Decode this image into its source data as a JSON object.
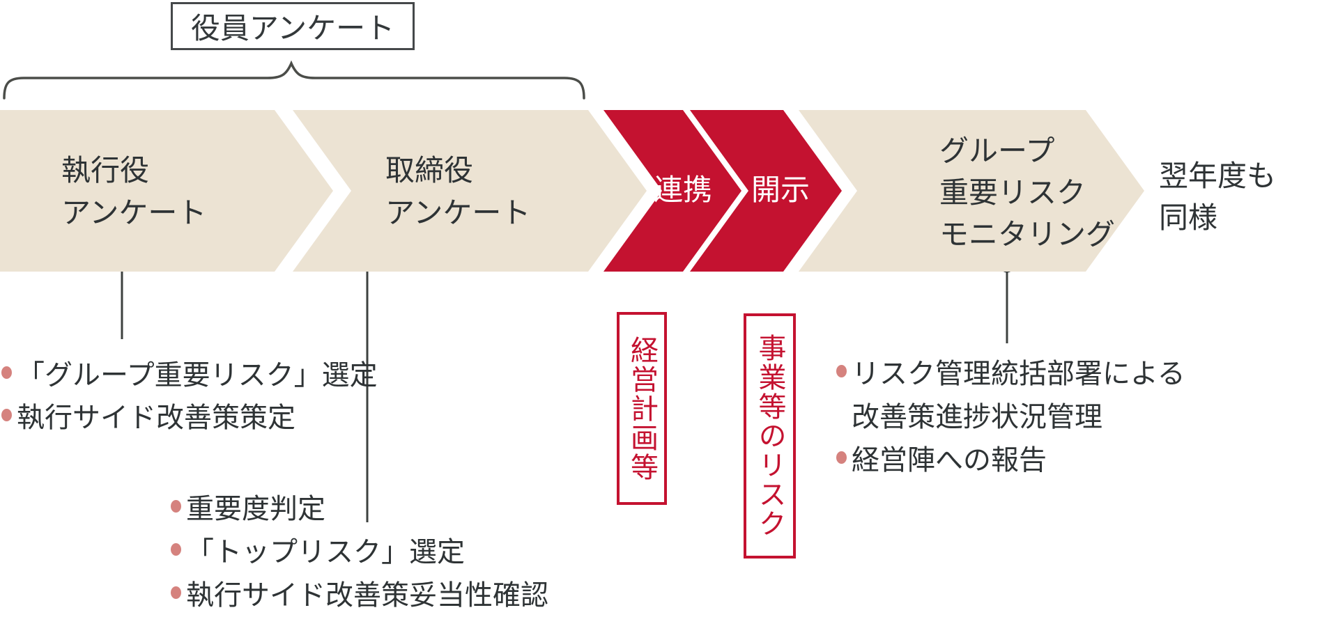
{
  "colors": {
    "beige_step": "#ece3d3",
    "red_step": "#c41230",
    "text_dark": "#2e3335",
    "bullet_dot": "#d5827e",
    "connector": "#3d413f",
    "background": "#ffffff"
  },
  "top_label": "役員アンケート",
  "steps": {
    "executive_survey": {
      "line1": "執行役",
      "line2": "アンケート"
    },
    "director_survey": {
      "line1": "取締役",
      "line2": "アンケート"
    },
    "coordination": "連携",
    "disclosure": "開示",
    "monitoring": {
      "line1": "グループ",
      "line2": "重要リスク",
      "line3": "モニタリング"
    }
  },
  "next_year_note": {
    "line1": "翌年度も",
    "line2": "同様"
  },
  "vertical_boxes": {
    "management_plan": "経営計画等",
    "business_risks": "事業等のリスク"
  },
  "annotations": {
    "executive": {
      "items": [
        "「グループ重要リスク」選定",
        "執行サイド改善策策定"
      ]
    },
    "director": {
      "items": [
        "重要度判定",
        "「トップリスク」選定",
        "執行サイド改善策妥当性確認"
      ]
    },
    "monitoring": {
      "items": [
        "リスク管理統括部署による",
        "改善策進捗状況管理",
        "経営陣への報告"
      ]
    }
  }
}
